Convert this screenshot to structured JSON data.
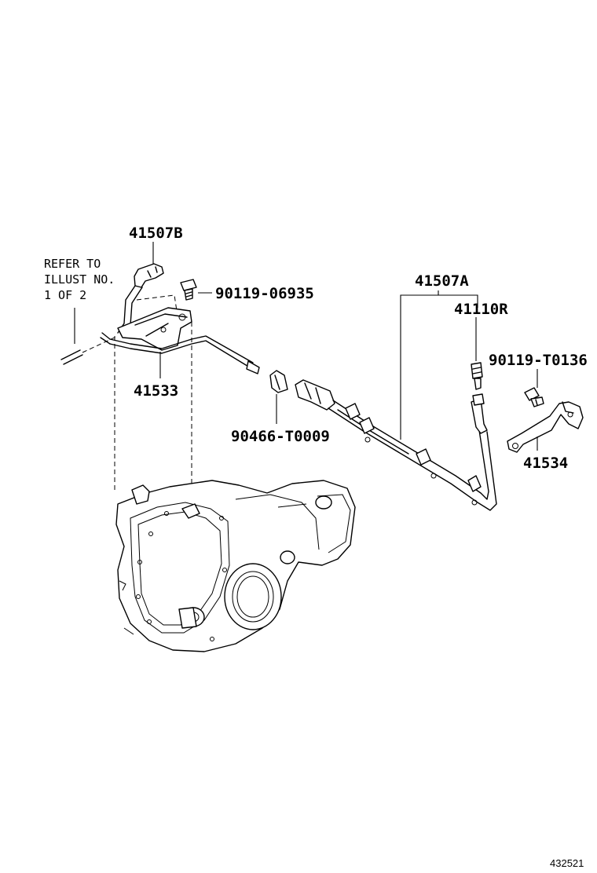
{
  "parts": {
    "p41507B": "41507B",
    "p90119_06935": "90119-06935",
    "p41533": "41533",
    "p90466_T0009": "90466-T0009",
    "p41507A": "41507A",
    "p41110R": "41110R",
    "p90119_T0136": "90119-T0136",
    "p41534": "41534"
  },
  "refer_note": {
    "line1": "REFER TO",
    "line2": "ILLUST NO.",
    "line3": "1 OF 2"
  },
  "illustration_id": "432521"
}
